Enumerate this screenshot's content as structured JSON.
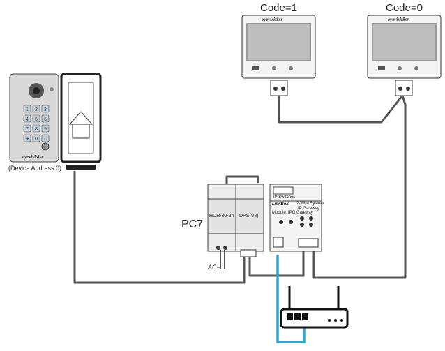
{
  "monitors": [
    {
      "code_label": "Code=1",
      "brand": "eyevisit8sr"
    },
    {
      "code_label": "Code=0",
      "brand": "eyevisit8sr"
    }
  ],
  "door_station": {
    "brand": "eyevisit8sr",
    "address_label": "(Device Address:0)",
    "keys": [
      "1",
      "2",
      "3",
      "4",
      "5",
      "6",
      "7",
      "8",
      "9",
      "★",
      "0",
      "⌂"
    ]
  },
  "power_supply": {
    "label": "PC7",
    "hdr_label": "HDR-30-24",
    "dps_label": "DPS(V2)",
    "ac_label": "AC~"
  },
  "converter": {
    "brand": "LinkBox",
    "title": "2-Wire System",
    "subtitle": "IP Gateway",
    "sub_label": "Module: IPG Gateway",
    "top_label": "IP Switches"
  },
  "colors": {
    "wire": "#555555",
    "ethernet": "#2aa7d6",
    "device_outline": "#333333",
    "panel": "#dcdcdc"
  }
}
